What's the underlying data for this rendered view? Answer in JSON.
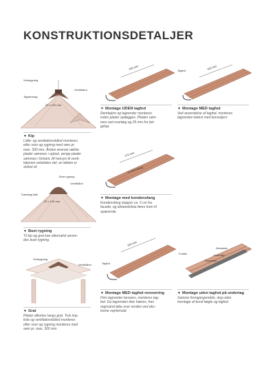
{
  "page": {
    "title": "KONSTRUKTIONSDETALJER"
  },
  "sections": [
    {
      "id": "kip",
      "caption": "Kip",
      "text": [
        "Lidle- og ventilationsbånd monteres",
        "efter snor og rygning med søm pr.",
        "max. 300 mm. Ånden øverste række",
        "plader sømmes i opbuk, øvrige plader",
        "sømmes i forkant. Af hensyn til venti-",
        "lationen anbefales del, at nøkten er",
        "skåret af."
      ],
      "labels": [
        "Vindrygning",
        "Ventilbånd",
        "Tagsten/lag",
        "25 x 100 mm"
      ]
    },
    {
      "id": "buet",
      "caption": "Buet rygning",
      "text": [
        "Til kip og grat kan alternativt anven-",
        "des buet rygning."
      ],
      "labels": [
        "Buet rygning",
        "Ventilbånd",
        "Tværsløg lidle",
        "25 x 100 mm"
      ]
    },
    {
      "id": "grat",
      "caption": "Grat",
      "text": [
        "Plader afkortes langs grat. Tryk imp.",
        "liste og ventilationsbånd monteres",
        "efter snor og rygning monteres med",
        "søm pr. max. 300 mm."
      ],
      "labels": [
        "Vindrygning",
        "Ventilbånd"
      ]
    },
    {
      "id": "uden",
      "caption": "Montage UDEN tagfod",
      "text": [
        "Rendejern og tagrender monteres",
        "inden plader opl​ægges. Pladen søm-",
        "mes ved overlæg og 25 mm fra bel-",
        "gelop."
      ],
      "labels": [
        "320 mm"
      ]
    },
    {
      "id": "med",
      "caption": "Montage MED tagfod",
      "text": [
        "Ved anvendelse af tagfod, monteres",
        "tagrenden lettest med konsoljern"
      ],
      "labels": [
        "Tagfod",
        "320 mm"
      ]
    },
    {
      "id": "kondens",
      "caption": "Montage med kondensfang",
      "text": [
        "Kondensfang stopper ca. 5 cm fra",
        "facade, og afstandslista føres fram til",
        "spærende."
      ],
      "labels": [
        "270 mm",
        "Kondensfang"
      ]
    },
    {
      "id": "renovering",
      "caption": "Montage MED tagfod renovering",
      "text": [
        "Hvis tagrender bevares, monteres tag-",
        "fod. Da tagrenden ikke hæves, fran",
        "regnvand løbe over renden ved eks-",
        "treme vejrforhold."
      ],
      "labels": [
        "320 mm",
        "Tagfod"
      ]
    },
    {
      "id": "undertag",
      "caption": "Montage uden tagfod på undertag",
      "text": [
        "Samme fremgangsmåde, dog uden",
        "montage af bund lægte og tagfod."
      ],
      "labels": [
        "Fodlist",
        "Klemtæle",
        "Undertag",
        "Kryslisten"
      ]
    }
  ]
}
